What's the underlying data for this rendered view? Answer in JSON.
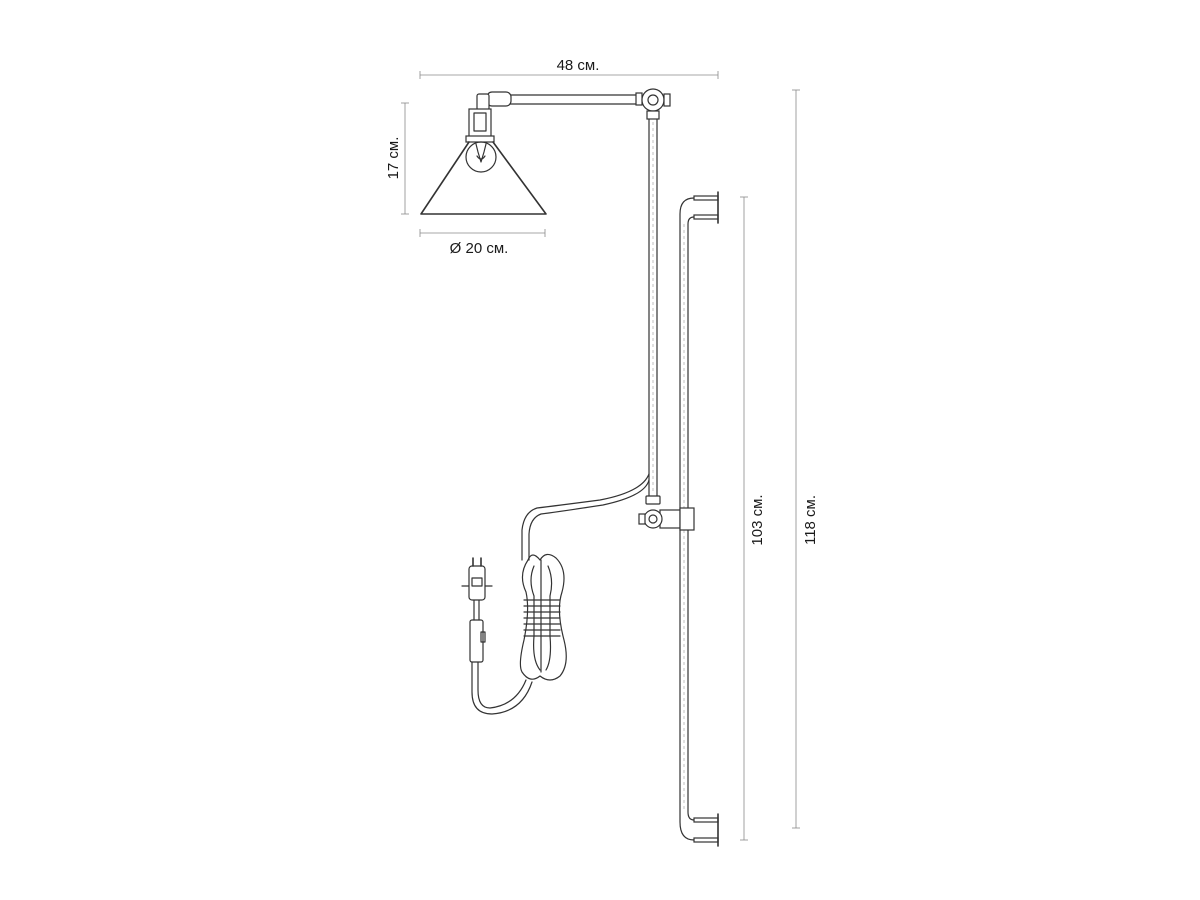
{
  "dimensions": {
    "arm_length": "48 см.",
    "shade_height": "17 см.",
    "shade_diameter": "Ø 20 см.",
    "rail_height": "103 см.",
    "total_height": "118 см."
  }
}
